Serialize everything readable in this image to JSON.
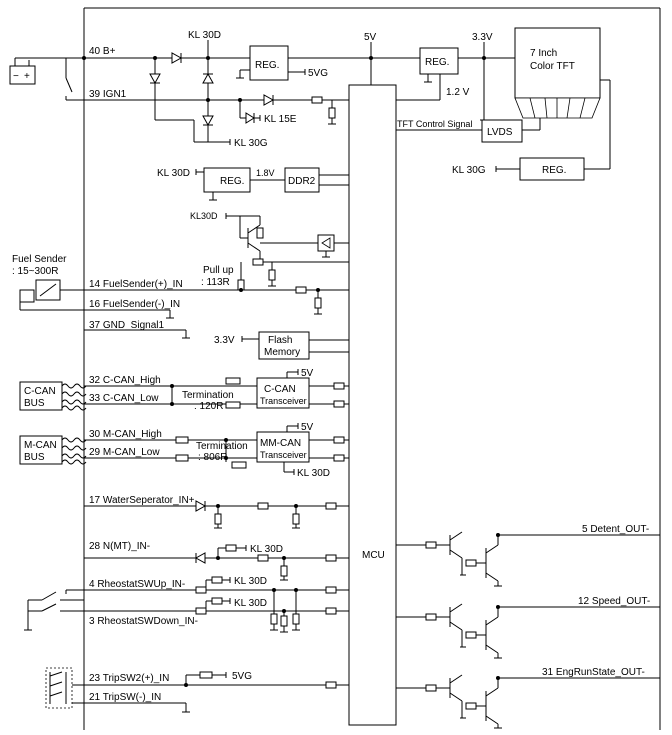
{
  "labels": {
    "kl30d_top": "KL 30D",
    "v5": "5V",
    "v33": "3.3V",
    "tft": [
      "7 Inch",
      "Color TFT"
    ],
    "b40": "40 B+",
    "reg1": "REG.",
    "vg5": "5VG",
    "reg2": "REG.",
    "v12": "1.2 V",
    "ign39": "39 IGN1",
    "kl15e": "KL 15E",
    "kl30g": "KL 30G",
    "tft_ctrl": "TFT Control Signal",
    "lvds": "LVDS",
    "kl30g_r": "KL 30G",
    "reg3": "REG.",
    "kl30d_2": "KL 30D",
    "reg4": "REG.",
    "v18": "1.8V",
    "ddr2": "DDR2",
    "kl30d_3": "KL30D",
    "fuel_sender": [
      "Fuel Sender",
      ": 15~300R"
    ],
    "pullup": [
      "Pull up",
      ": 113R"
    ],
    "fs14": "14 FuelSender(+)_IN",
    "fs16": "16 FuelSender(-)_IN",
    "gnd37": "37 GND_Signal1",
    "v33_flash": "3.3V",
    "flash": [
      "Flash",
      "Memory"
    ],
    "ccan_bus": [
      "C-CAN",
      "BUS"
    ],
    "ccan_high": "32 C-CAN_High",
    "ccan_low": "33 C-CAN_Low",
    "term1": [
      "Termination",
      ": 120R"
    ],
    "ccan_tr": [
      "C-CAN",
      "Transceiver"
    ],
    "v5_c": "5V",
    "mcan_bus": [
      "M-CAN",
      "BUS"
    ],
    "mcan_high": "30 M-CAN_High",
    "mcan_low": "29 M-CAN_Low",
    "term2": [
      "Termination",
      ": 806R"
    ],
    "mcan_tr": [
      "MM-CAN",
      "Transceiver"
    ],
    "v5_m": "5V",
    "kl30d_m": "KL 30D",
    "water17": "17 WaterSeperator_IN+",
    "nmt28": "28 N(MT)_IN-",
    "kl30d_n": "KL 30D",
    "mcu": "MCU",
    "detent": "5 Detent_OUT-",
    "rheo_up": "4 RheostatSWUp_IN-",
    "kl30d_r1": "KL 30D",
    "kl30d_r2": "KL 30D",
    "rheo_down": "3 RheostatSWDown_IN-",
    "speed": "12 Speed_OUT-",
    "engrun": "31 EngRunState_OUT-",
    "trip23": "23 TripSW2(+)_IN",
    "vg5_b": "5VG",
    "trip21": "21 TripSW(-)_IN"
  }
}
